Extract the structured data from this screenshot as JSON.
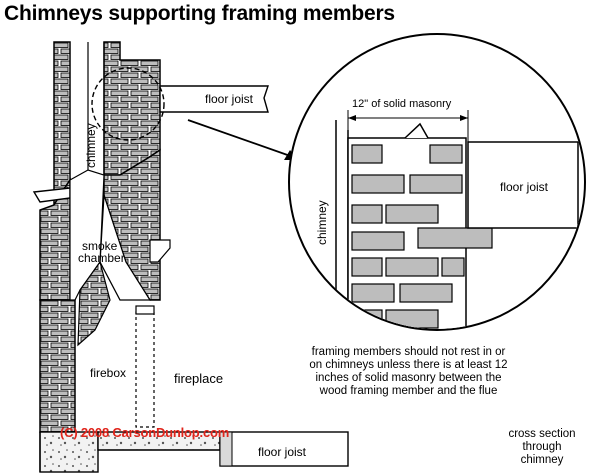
{
  "title": "Chimneys supporting framing members",
  "labels": {
    "floor_joist_top": "floor joist",
    "chimney_main": "chimney",
    "smoke_chamber_1": "smoke",
    "smoke_chamber_2": "chamber",
    "firebox": "firebox",
    "fireplace": "fireplace",
    "floor_joist_bottom": "floor joist",
    "detail_dimension": "12\" of solid masonry",
    "detail_floor_joist": "floor joist",
    "detail_chimney": "chimney"
  },
  "note": "framing members should not rest in or on chimneys unless there is at least 12 inches of solid masonry between the wood framing member and the flue",
  "caption": "cross section through chimney",
  "copyright": "(C) 2008 CarsonDunlop.com",
  "colors": {
    "ink": "#000000",
    "masonry_fill": "#e6e6e6",
    "brick": "#bdbdbd",
    "copyright": "#e0241b"
  }
}
